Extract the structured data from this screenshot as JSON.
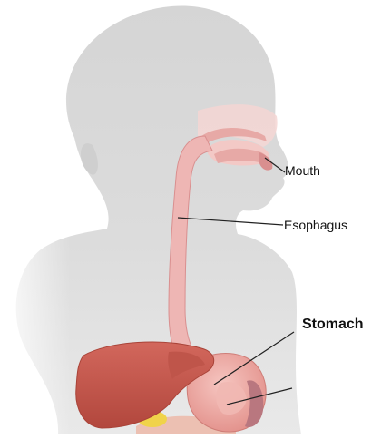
{
  "labels": {
    "mouth": "Mouth",
    "esophagus": "Esophagus",
    "stomach": "Stomach"
  },
  "colors": {
    "body_silhouette": "#d7d7d7",
    "body_fade": "#efefef",
    "esophagus": "#eeb6b4",
    "esophagus_outline": "#d98f8f",
    "mouth_tissue": "#f3c9c6",
    "liver": "#c9564c",
    "liver_dark": "#a94338",
    "stomach": "#e99a96",
    "stomach_light": "#f1b8b3",
    "gallbladder": "#f0d34a",
    "leader_line": "#222222"
  }
}
